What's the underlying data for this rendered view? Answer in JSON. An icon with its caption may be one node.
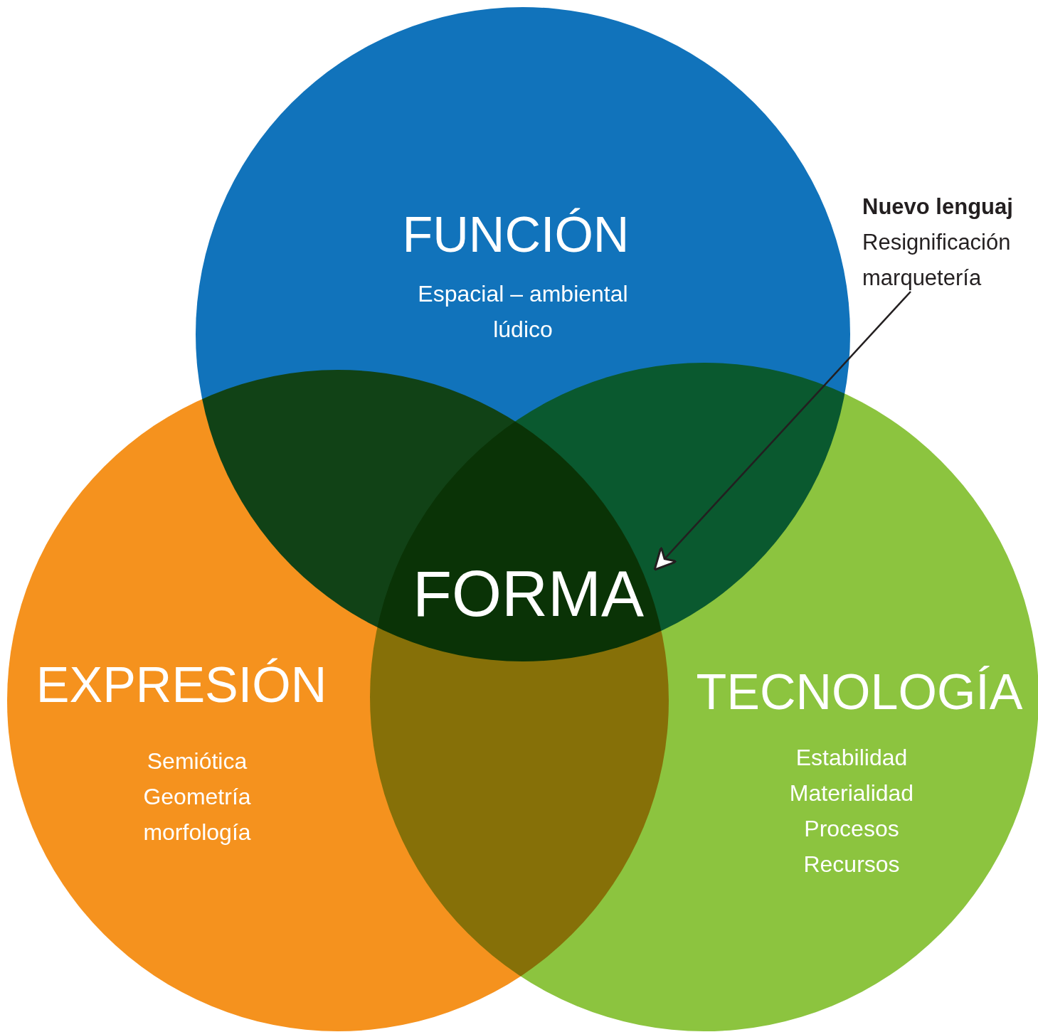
{
  "diagram": {
    "nodes": [
      {
        "text": [
          "FUNCIÓN",
          "Espacial – ambiental lúdico"
        ]
      },
      {
        "text": [
          "EXPRESIÓN",
          "Semiótica Geometría morfología"
        ]
      },
      {
        "text": [
          "TECNOLOGÍA",
          "Estabilidad Materialidad Procesos Recursos"
        ]
      },
      {
        "text": [
          "FORMA"
        ]
      },
      {
        "text": [
          "Nuevo lenguaj",
          "Resignificación marquetería"
        ]
      }
    ],
    "edges": [
      {
        "from": 4,
        "to": 3,
        "arrow": "to"
      }
    ]
  }
}
